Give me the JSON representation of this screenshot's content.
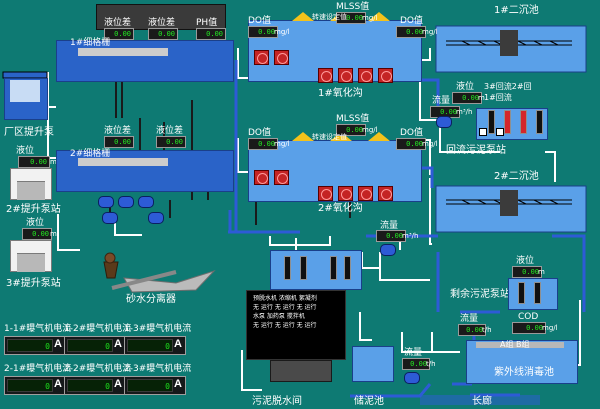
{
  "labels": {
    "level": "液位",
    "flow": "流量",
    "do": "DO值"
  },
  "units": {
    "m": "m",
    "mgl": "mg/l",
    "m3h": "m³/h",
    "th": "t/h"
  },
  "stations": {
    "plant_lift": "厂区提升泵",
    "plant_lift_level": "0.00",
    "lift2": "2#提升泵站",
    "lift2_level": "0.00",
    "lift3": "3#提升泵站"
  },
  "screen1": {
    "title": "1#细格栅",
    "level_diff": "液位差",
    "ph": "PH值",
    "diff1_value": "0.00",
    "diff2_value": "0.00",
    "ph_value": "0.00"
  },
  "screen2": {
    "title": "2#细格栅",
    "level_diff": "液位差",
    "diff1_value": "0.00",
    "diff2_value": "0.00"
  },
  "grit": {
    "title": "砂水分离器"
  },
  "ditch1": {
    "title": "1#氧化沟",
    "mlss_label": "MLSS值",
    "mlss_value": "0.00",
    "setting_note": "转速设定值",
    "do_left": "0.00",
    "do_right": "0.00"
  },
  "ditch2": {
    "title": "2#氧化沟",
    "mlss_label": "MLSS值",
    "mlss_value": "0.00",
    "setting_note": "转速设定值",
    "do_left": "0.00",
    "do_right": "0.00"
  },
  "clarifiers": {
    "c1": "1#二沉池",
    "c2": "2#二沉池"
  },
  "return_sludge": {
    "title": "回流污泥泵站",
    "pump_label": "3#回流2#回",
    "pump_label_2": "1#回流",
    "level_value": "0.00",
    "flow_value": "0.00"
  },
  "residual_sludge": {
    "title": "剩余污泥泵站",
    "level_value": "0.00"
  },
  "uv": {
    "title": "紫外线消毒池",
    "cod_label": "COD",
    "cod_value": "0.00",
    "ab_label": "A组    B组"
  },
  "flows": {
    "f1": "0.00",
    "f2": "0.00",
    "f3": "0.00"
  },
  "dewatering": {
    "title": "污泥脱水间",
    "storage_title": "储泥池",
    "panel_line_1": "预脱水机 浓缩机 絮凝剂",
    "panel_line_2": "无 运行 无 运行 无 运行",
    "panel_line_3": "水泵 加药泵 搅拌机",
    "panel_line_4": "无 运行 无 运行 无 运行"
  },
  "misc": {
    "long_title": "长廊"
  },
  "blowers": [
    {
      "label": "1-1#曝气机电流",
      "value": "0",
      "unit": "A"
    },
    {
      "label": "1-2#曝气机电流",
      "value": "0",
      "unit": "A"
    },
    {
      "label": "1-3#曝气机电流",
      "value": "0",
      "unit": "A"
    },
    {
      "label": "2-1#曝气机电流",
      "value": "0",
      "unit": "A"
    },
    {
      "label": "2-2#曝气机电流",
      "value": "0",
      "unit": "A"
    },
    {
      "label": "2-3#曝气机电流",
      "value": "0",
      "unit": "A"
    }
  ],
  "colors": {
    "background": "#0e7a73",
    "tank": "#2a63c8",
    "tank_light": "#5aa0e8",
    "readout_text": "#23e823"
  }
}
